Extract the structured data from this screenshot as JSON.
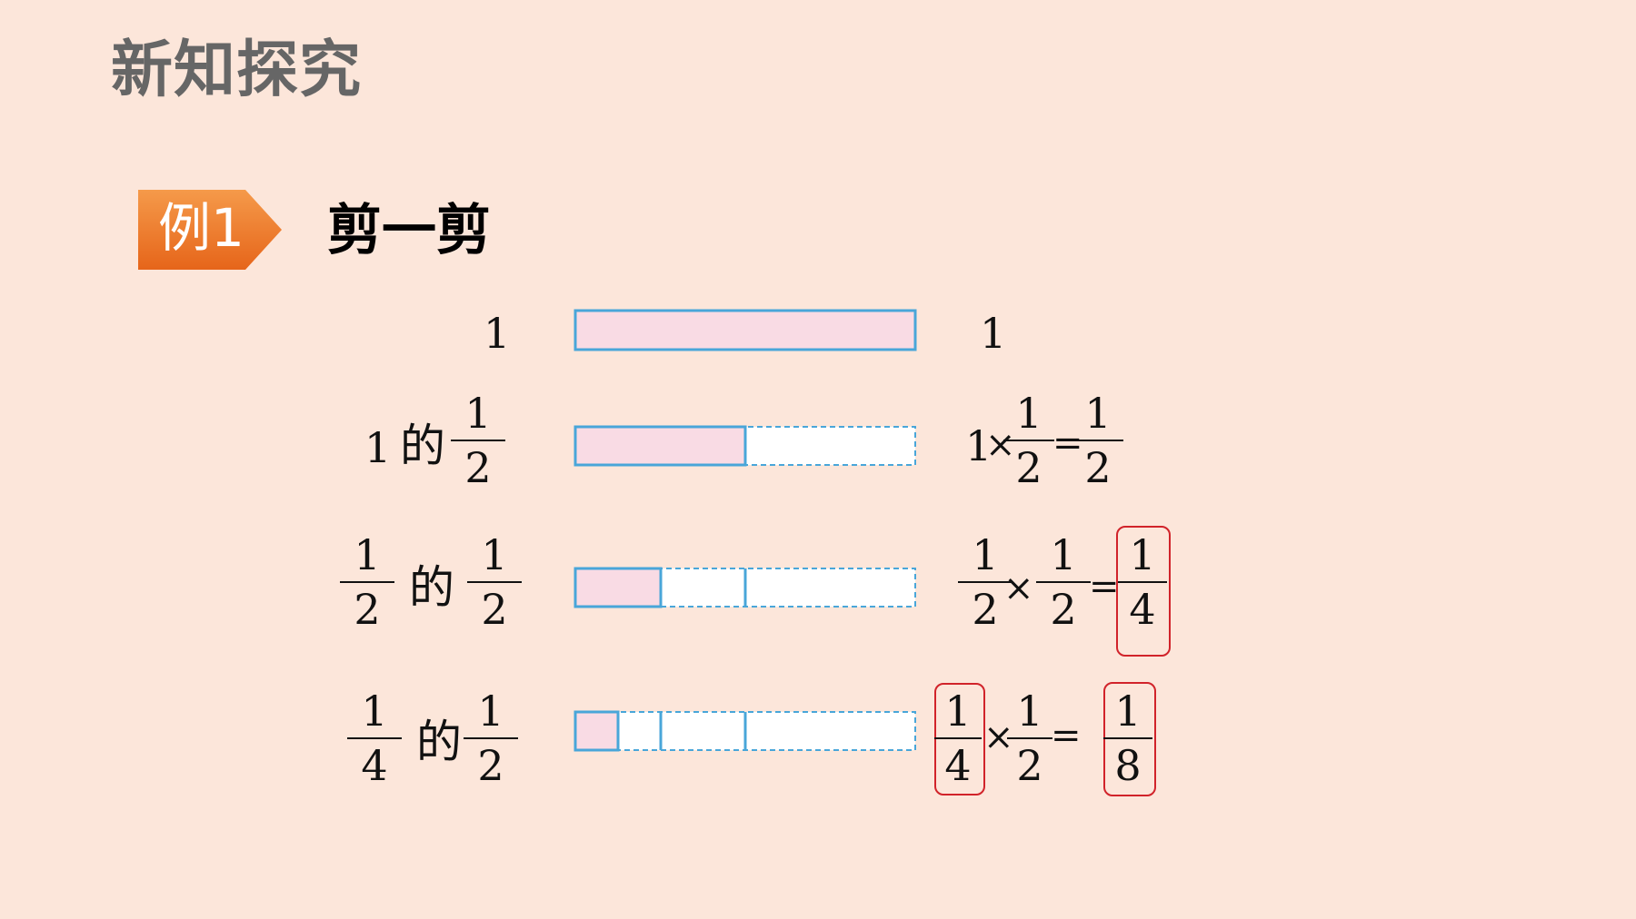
{
  "header": {
    "title": "新知探究"
  },
  "example": {
    "badge_label": "例1",
    "title": "剪一剪"
  },
  "colors": {
    "pink": "#f9dbe4",
    "blue": "#49a6d9",
    "badge_orange": "#ef7a2b",
    "highlight_red": "#d1232a"
  },
  "rows": [
    {
      "left_text": "1",
      "right_text": "1"
    },
    {
      "left_whole": "1",
      "de": "的",
      "frac_num": "1",
      "frac_den": "2",
      "eq_whole": "1",
      "times": "×",
      "eq": "=",
      "f1_num": "1",
      "f1_den": "2",
      "res_num": "1",
      "res_den": "2"
    },
    {
      "a_num": "1",
      "a_den": "2",
      "de": "的",
      "b_num": "1",
      "b_den": "2",
      "times": "×",
      "eq": "=",
      "f1_num": "1",
      "f1_den": "2",
      "f2_num": "1",
      "f2_den": "2",
      "res_num": "1",
      "res_den": "4"
    },
    {
      "a_num": "1",
      "a_den": "4",
      "de": "的",
      "b_num": "1",
      "b_den": "2",
      "times": "×",
      "eq": "=",
      "f1_num": "1",
      "f1_den": "4",
      "f2_num": "1",
      "f2_den": "2",
      "res_num": "1",
      "res_den": "8"
    }
  ]
}
